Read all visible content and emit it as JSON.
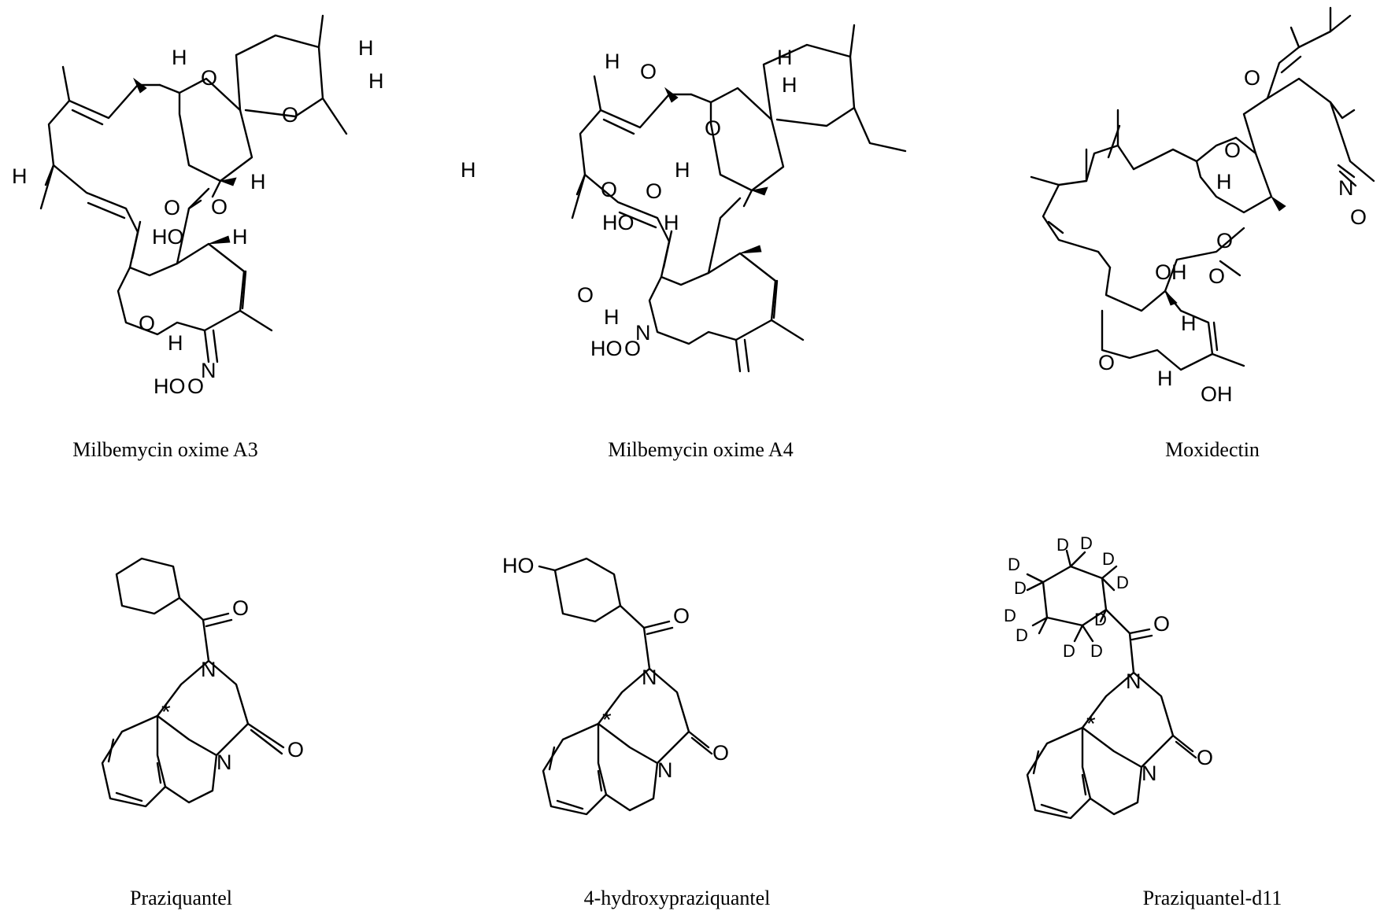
{
  "compounds": [
    {
      "name": "Milbemycin oxime A3"
    },
    {
      "name": "Milbemycin oxime A4"
    },
    {
      "name": "Moxidectin"
    },
    {
      "name": "Praziquantel"
    },
    {
      "name": "4-hydroxypraziquantel"
    },
    {
      "name": "Praziquantel-d11"
    }
  ],
  "atoms": {
    "H": "H",
    "O": "O",
    "N": "N",
    "D": "D",
    "HO": "HO",
    "OH": "OH",
    "HO_O": "HO",
    "star": "*"
  }
}
